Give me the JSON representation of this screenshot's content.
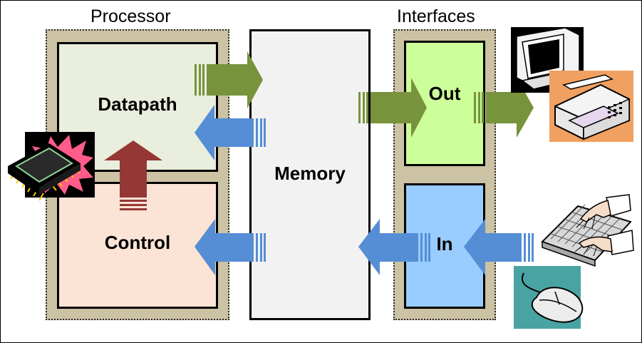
{
  "diagram": {
    "processor_title": "Processor",
    "interfaces_title": "Interfaces",
    "datapath_label": "Datapath",
    "control_label": "Control",
    "memory_label": "Memory",
    "out_label": "Out",
    "in_label": "In"
  },
  "colors": {
    "panel": "#ccc2a4",
    "datapath": "#e9eedd",
    "control": "#fbe4d6",
    "memory": "#f2f2f2",
    "out": "#ccff99",
    "in": "#99ccff",
    "green_arrow": "#77933c",
    "blue_arrow": "#558ed5",
    "red_arrow": "#953735"
  },
  "icons": [
    "cpu-chip-icon",
    "computer-monitor-icon",
    "printer-fax-icon",
    "keyboard-hands-icon",
    "mouse-icon"
  ]
}
